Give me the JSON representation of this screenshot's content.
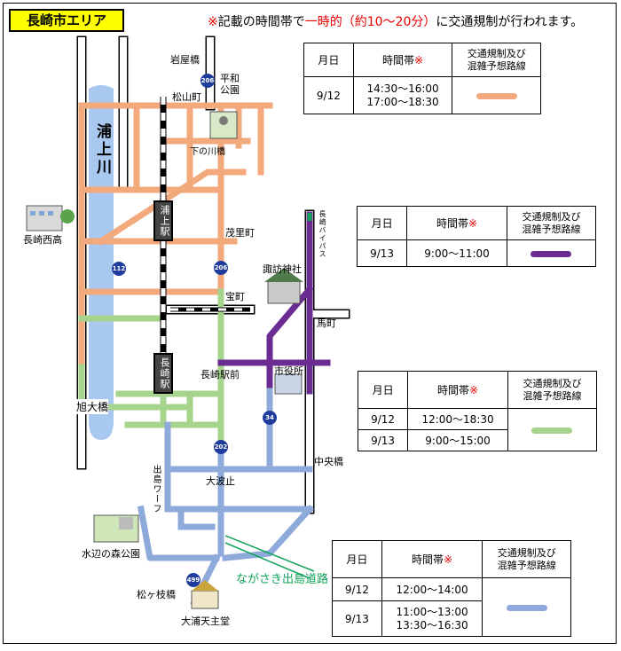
{
  "area_label": "長崎市エリア",
  "notice": {
    "mark": "※",
    "text1": "記載の時間帯で",
    "red": "一時的（約10～20分）",
    "text2": "に交通規制が行われます。"
  },
  "river_name": "浦上川",
  "station_names": {
    "urakami": "浦上駅",
    "nagasaki": "長崎駅"
  },
  "places": {
    "iwaya": "岩屋橋",
    "heiwa_park": "平和\n公園",
    "matsuyama": "松山町",
    "shimonokawa": "下の川橋",
    "nishi_high": "長崎西高",
    "mori": "茂里町",
    "suwa": "諏訪神社",
    "takara": "宝町",
    "uma": "馬町",
    "ekimae": "長崎駅前",
    "city_hall": "市役所",
    "asahi": "旭大橋",
    "chuo": "中央橋",
    "dejima_wharf": "出島ワーフ",
    "ohato": "大波止",
    "mizube": "水辺の森公園",
    "matsugae": "松ヶ枝橋",
    "oura": "大浦天主堂",
    "bypass": "長崎バイパス",
    "dejima_road": "ながさき出島道路"
  },
  "route_numbers": [
    "206",
    "206",
    "112",
    "34",
    "202",
    "499"
  ],
  "legend_headers": {
    "date": "月日",
    "time": "時間帯",
    "star": "※",
    "route": "交通規制及び\n混雑予想路線"
  },
  "legends": [
    {
      "color": "#f2a97b",
      "rows": [
        {
          "date": "9/12",
          "time": "14:30～16:00\n17:00～18:30"
        }
      ]
    },
    {
      "color": "#6a2c91",
      "rows": [
        {
          "date": "9/13",
          "time": "9:00～11:00"
        }
      ]
    },
    {
      "color": "#a6d48d",
      "rows": [
        {
          "date": "9/12",
          "time": "12:00～18:30"
        },
        {
          "date": "9/13",
          "time": "9:00～15:00"
        }
      ]
    },
    {
      "color": "#8eaadb",
      "rows": [
        {
          "date": "9/12",
          "time": "12:00～14:00"
        },
        {
          "date": "9/13",
          "time": "11:00～13:00\n13:30～16:30"
        }
      ]
    }
  ],
  "colors": {
    "river": "#a8c8f0",
    "base_road": "#ffffff",
    "road_outline": "#000000",
    "orange": "#f2a97b",
    "purple": "#6a2c91",
    "green": "#a6d48d",
    "blue": "#8eaadb",
    "bypass_green": "#12a35a"
  }
}
